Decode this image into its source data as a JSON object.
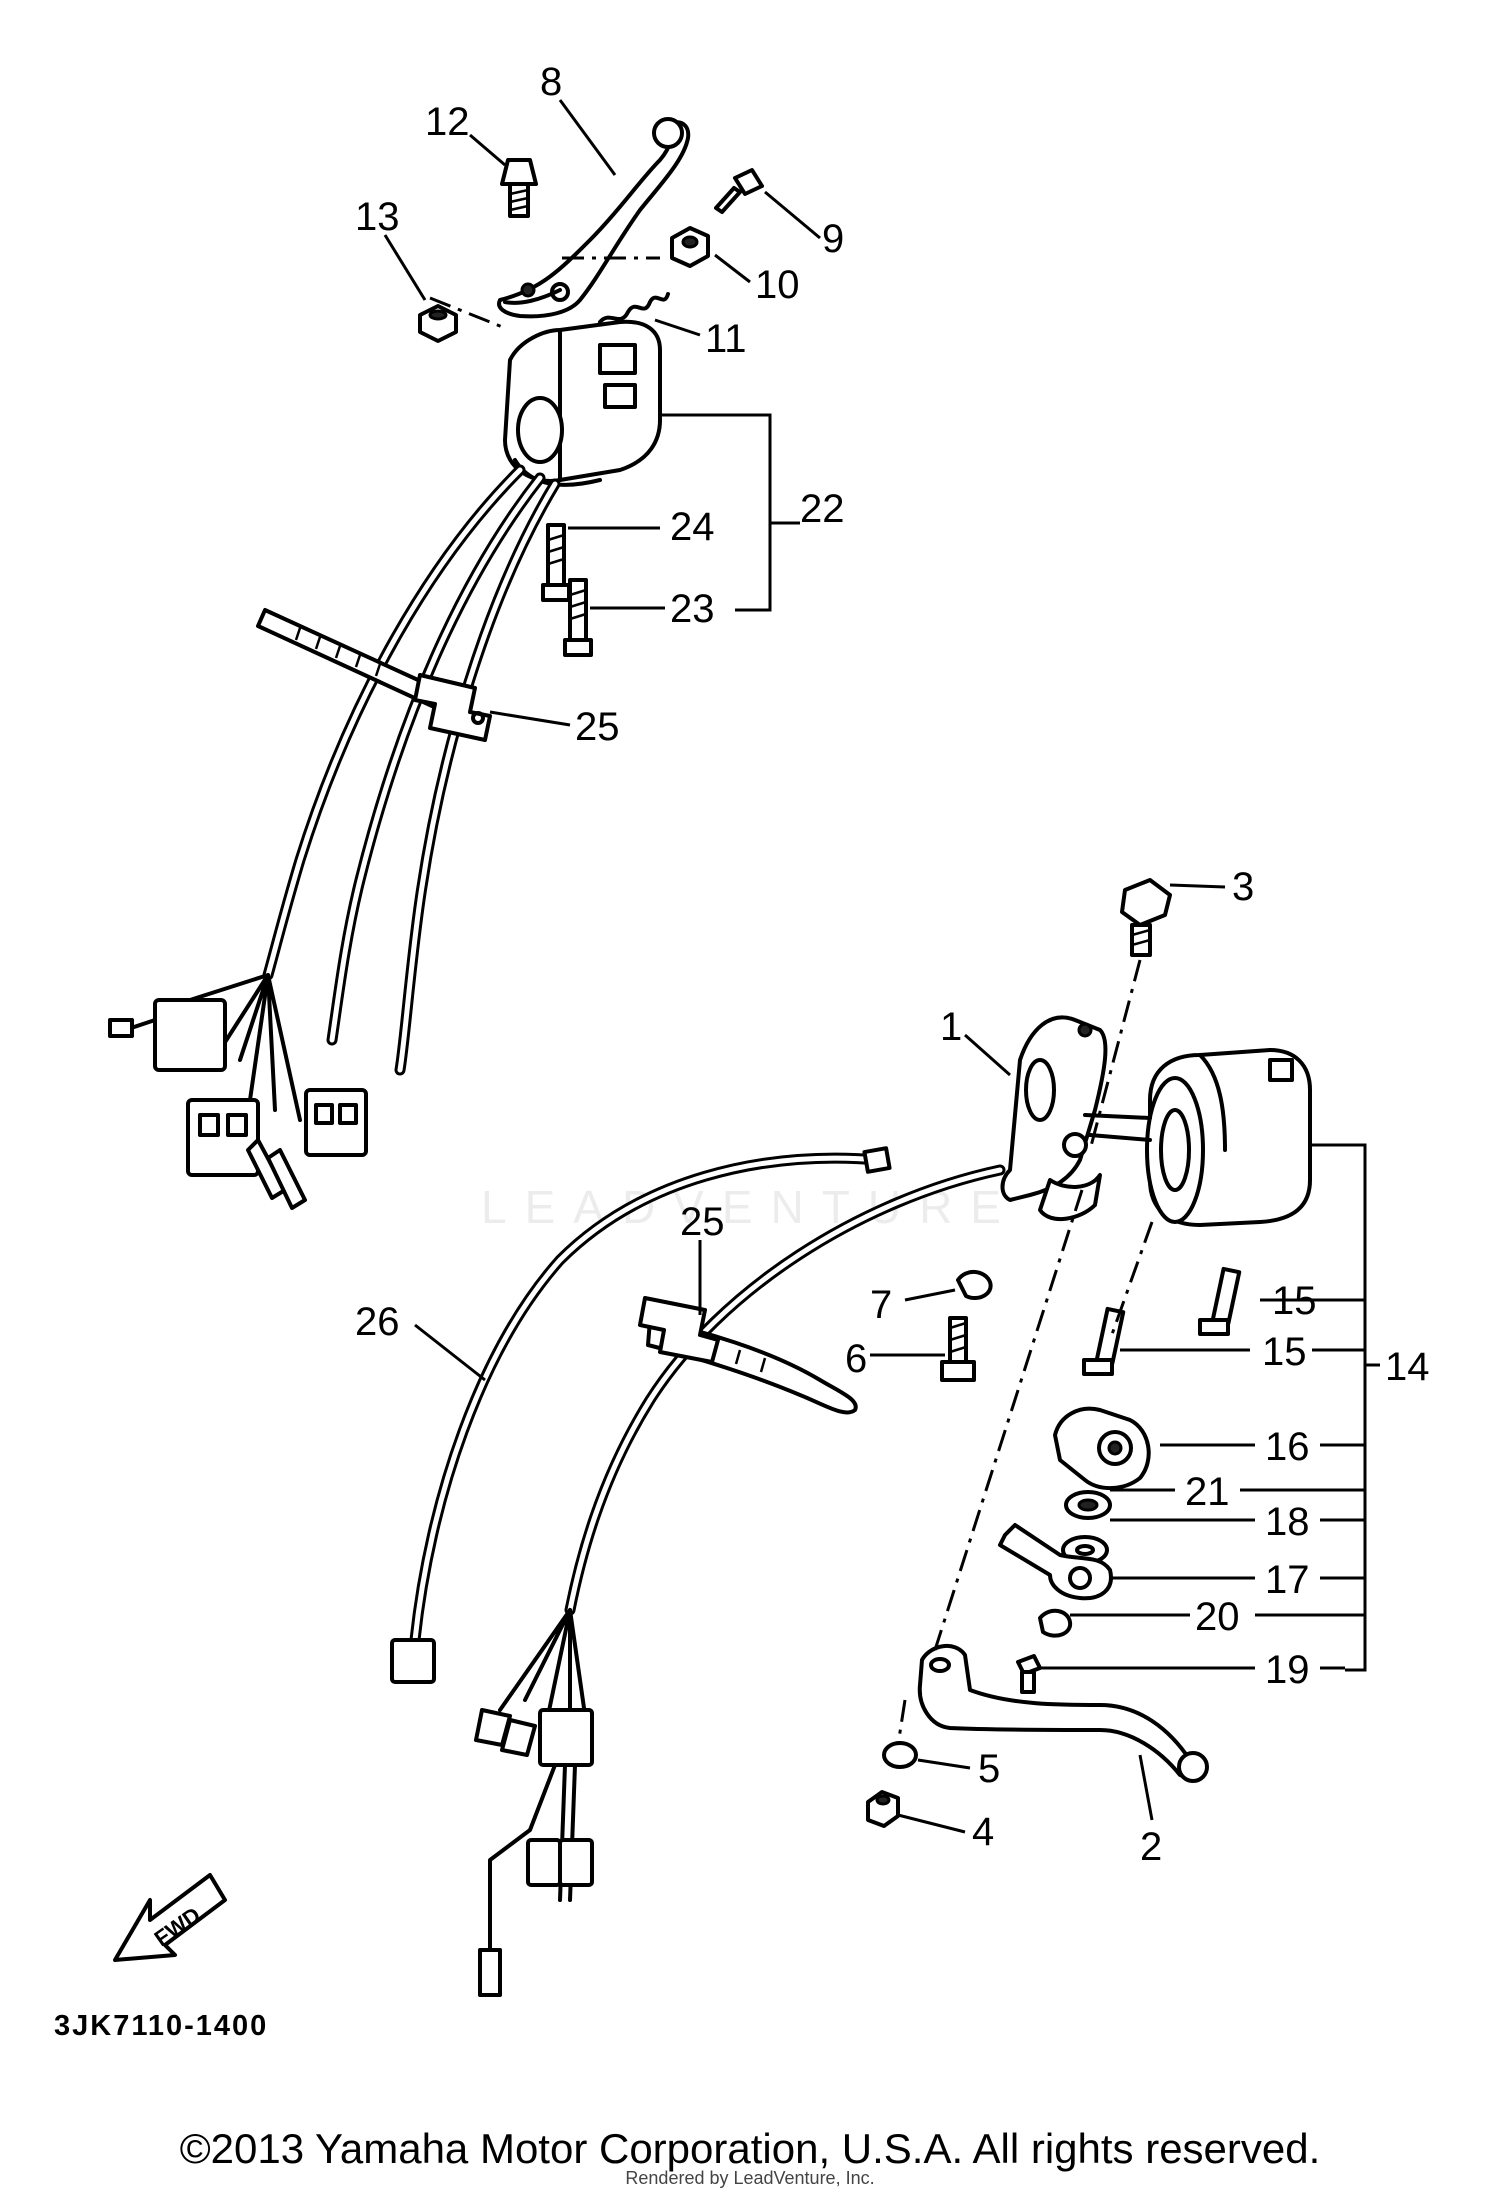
{
  "diagram": {
    "page_code": "3JK7110-1400",
    "copyright": "©2013 Yamaha Motor Corporation, U.S.A. All rights reserved.",
    "rendered_by": "Rendered by LeadVenture, Inc.",
    "watermark": "LEADVENTURE",
    "fwd_label": "FWD",
    "callouts": {
      "c1": "1",
      "c2": "2",
      "c3": "3",
      "c4": "4",
      "c5": "5",
      "c6": "6",
      "c7": "7",
      "c8": "8",
      "c9": "9",
      "c10": "10",
      "c11": "11",
      "c12": "12",
      "c13": "13",
      "c14": "14",
      "c15a": "15",
      "c15b": "15",
      "c16": "16",
      "c17": "17",
      "c18": "18",
      "c19": "19",
      "c20": "20",
      "c21": "21",
      "c22": "22",
      "c23": "23",
      "c24": "24",
      "c25a": "25",
      "c25b": "25",
      "c26": "26"
    }
  }
}
